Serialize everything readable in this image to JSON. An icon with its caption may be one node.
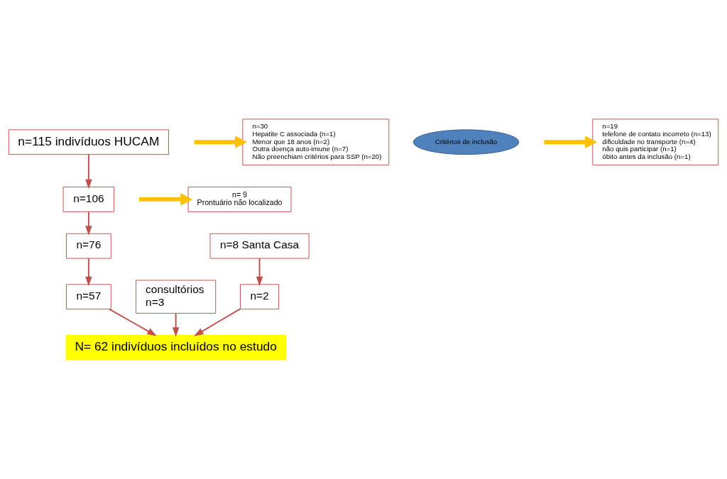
{
  "diagram": {
    "nodes": [
      {
        "text": [
          "n=115 indivíduos HUCAM"
        ]
      },
      {
        "text": [
          "n= 9",
          "Prontuário não localizado"
        ]
      },
      {
        "text": [
          "n=106"
        ]
      },
      {
        "text": [
          "n=30",
          "Hepatite C associada (n=1)",
          "Menor que 18 anos (n=2)",
          "Outra doença auto-imune (n=7)",
          "Não preenchiam critérios para SSP (n=20)"
        ]
      },
      {
        "text": [
          "n=8 Santa Casa"
        ]
      },
      {
        "text": [
          "n=76"
        ]
      },
      {
        "text": [
          "Critérios de inclusão"
        ]
      },
      {
        "text": [
          "n=19",
          "telefone de contato incorreto (n=13)",
          "dificuldade no transporte (n=4)",
          "não quis participar (n=1)",
          "óbito antes da inclusão (n=1)"
        ]
      },
      {
        "text": [
          "consultórios n=3"
        ]
      },
      {
        "text": [
          "n=2"
        ]
      },
      {
        "text": [
          "n=57"
        ]
      },
      {
        "text": [
          "N= 62 indivíduos incluídos no estudo"
        ]
      }
    ],
    "edges": [
      {
        "from": 0,
        "to": 2,
        "arrow": "to"
      },
      {
        "from": null,
        "to": 1,
        "arrow": "to",
        "style": "thick",
        "color": "#ffc000"
      },
      {
        "from": 2,
        "to": 5,
        "arrow": "to"
      },
      {
        "from": null,
        "to": 3,
        "arrow": "to",
        "style": "thick",
        "color": "#ffc000"
      },
      {
        "from": 5,
        "to": 10,
        "arrow": "to"
      },
      {
        "from": null,
        "to": 7,
        "arrow": "to",
        "style": "thick",
        "color": "#ffc000"
      },
      {
        "from": 4,
        "to": 9,
        "arrow": "to"
      },
      {
        "from": 8,
        "to": 11,
        "arrow": "to"
      },
      {
        "from": 9,
        "to": 11,
        "arrow": "to"
      },
      {
        "from": 10,
        "to": 11,
        "arrow": "to"
      }
    ]
  }
}
